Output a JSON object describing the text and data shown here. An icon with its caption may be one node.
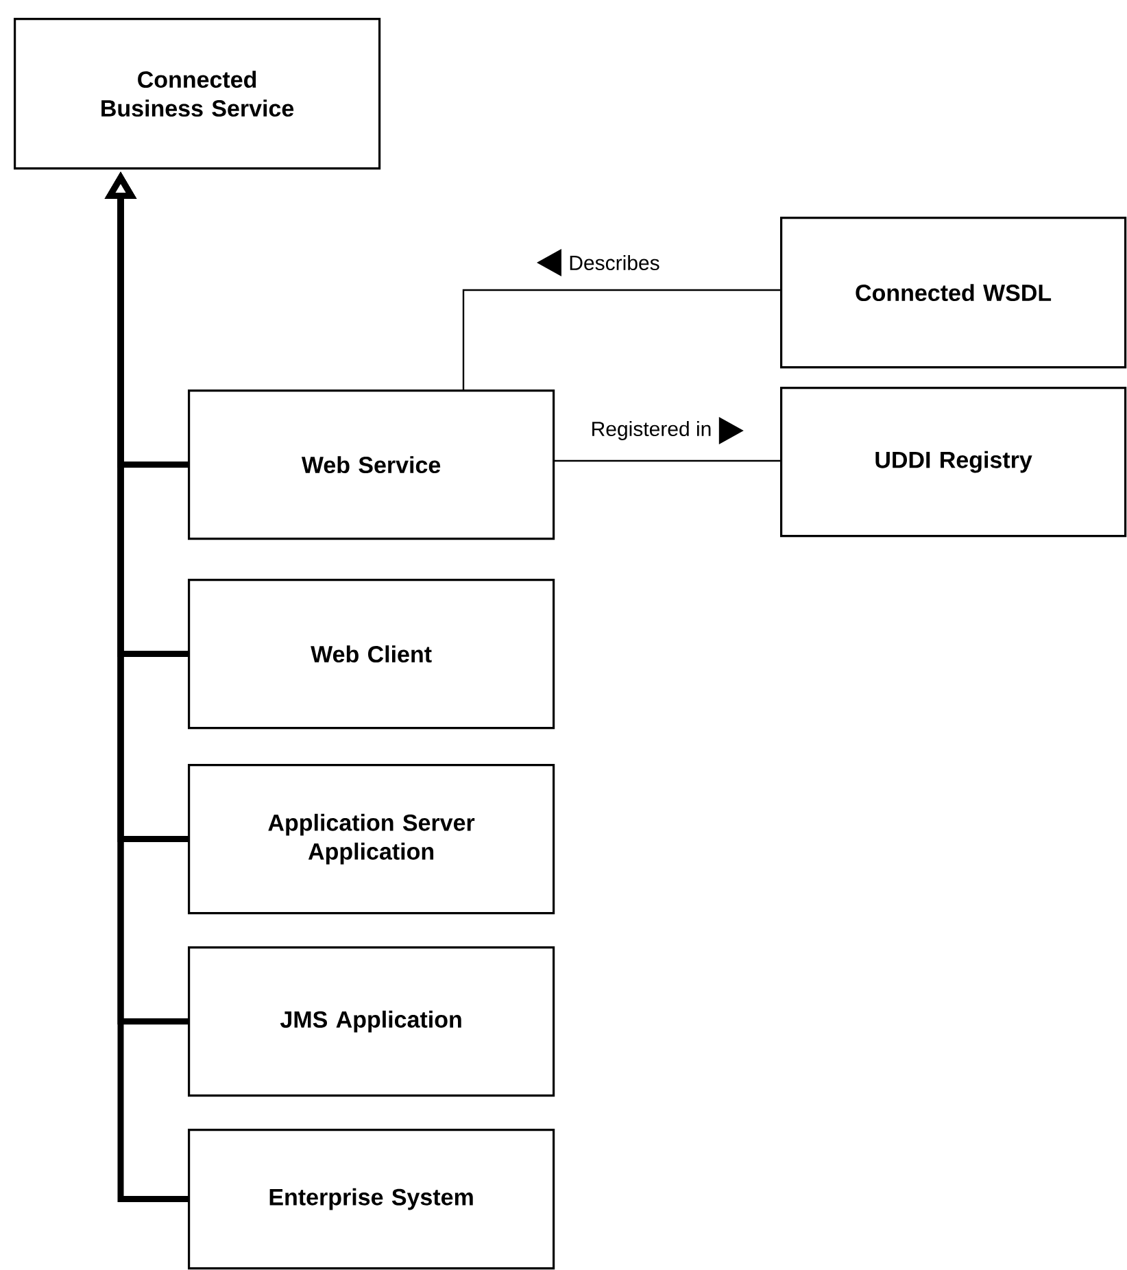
{
  "diagram": {
    "nodes": [
      {
        "text": [
          "Connected Business Service"
        ]
      },
      {
        "text": [
          "Connected WSDL"
        ]
      },
      {
        "text": [
          "Web Service"
        ]
      },
      {
        "text": [
          "UDDI Registry"
        ]
      },
      {
        "text": [
          "Web Client"
        ]
      },
      {
        "text": [
          "Application Server Application"
        ]
      },
      {
        "text": [
          "JMS Application"
        ]
      },
      {
        "text": [
          "Enterprise System"
        ]
      }
    ],
    "edges": [
      {
        "from": 2,
        "to": 0,
        "arrow": "to"
      },
      {
        "from": 4,
        "to": 0,
        "arrow": "to"
      },
      {
        "from": 5,
        "to": 0,
        "arrow": "to"
      },
      {
        "from": 6,
        "to": 0,
        "arrow": "to"
      },
      {
        "from": 7,
        "to": 0,
        "arrow": "to"
      },
      {
        "from": 2,
        "to": 1,
        "arrow": "none",
        "label": "Describes"
      },
      {
        "from": 2,
        "to": 3,
        "arrow": "none",
        "label": "Registered in"
      }
    ]
  }
}
